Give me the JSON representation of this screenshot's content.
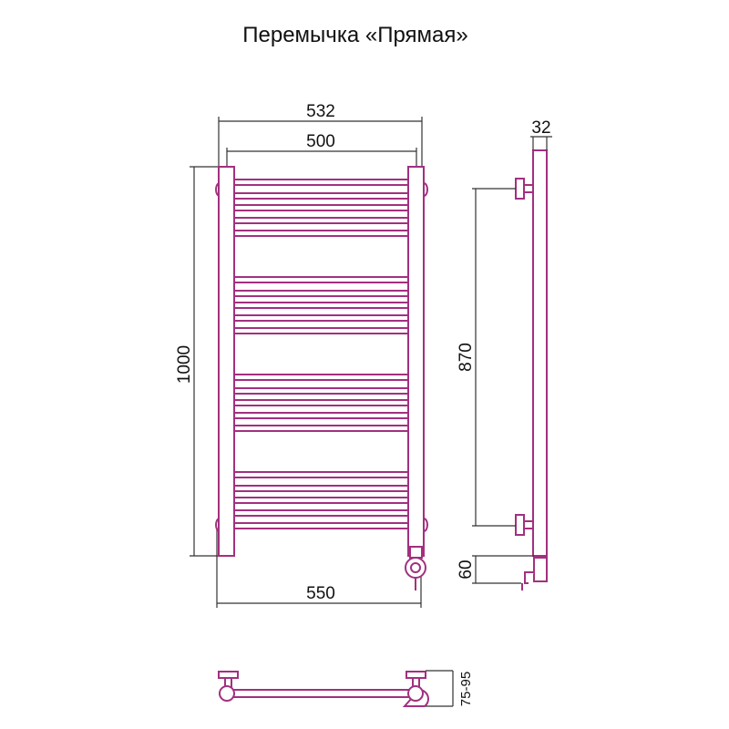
{
  "title": "Перемычка «Прямая»",
  "colors": {
    "outline": "#a2307f",
    "dimension": "#333333"
  },
  "front_view": {
    "dimensions": {
      "outer_width": "532",
      "inner_width": "500",
      "height": "1000",
      "mount_width": "550"
    },
    "rung_groups": 4,
    "rungs_per_group": 5
  },
  "side_view": {
    "dimensions": {
      "depth": "32",
      "bracket_spacing": "870",
      "valve_height": "60"
    }
  },
  "top_view": {
    "dimensions": {
      "wall_distance": "75-95"
    }
  }
}
